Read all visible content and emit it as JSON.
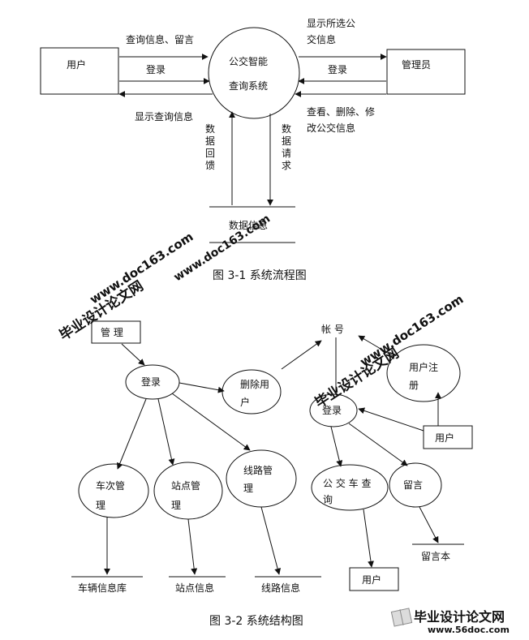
{
  "figure1": {
    "caption": "图 3-1 系统流程图",
    "user_box": "用户",
    "admin_box": "管理员",
    "system_line1": "公交智能",
    "system_line2": "查询系统",
    "query_msg_label": "查询信息、留言",
    "login_label_left": "登录",
    "show_query_label": "显示查询信息",
    "show_selected_line1": "显示所选公",
    "show_selected_line2": "交信息",
    "login_label_right": "登录",
    "view_edit_line1": "查看、删除、修",
    "view_edit_line2": "改公交信息",
    "feedback_vertical": "数据回馈",
    "request_vertical": "数据请求",
    "datastore": "数据信息"
  },
  "figure2": {
    "caption": "图 3-2 系统结构图",
    "manage_box": "管 理",
    "login_left": "登录",
    "delete_user_line1": "删除用",
    "delete_user_line2": "户",
    "bus_mgmt_line1": "车次管",
    "bus_mgmt_line2": "理",
    "station_mgmt_line1": "站点管",
    "station_mgmt_line2": "理",
    "route_mgmt_line1": "线路管",
    "route_mgmt_line2": "理",
    "bus_db": "车辆信息库",
    "station_info": "站点信息",
    "route_info": "线路信息",
    "account": "帐 号",
    "register_line1": "用户注",
    "register_line2": "册",
    "login_right": "登录",
    "user_box_right": "用户",
    "bus_query_line1": "公 交 车 查",
    "bus_query_line2": "询",
    "message": "留言",
    "message_book": "留言本",
    "user_box_bottom": "用户"
  },
  "watermarks": {
    "site1": "www.doc163.com",
    "site2": "www.doc163.com",
    "site3": "www.doc163.com",
    "brand1": "毕业设计论文网",
    "brand2": "毕业设计论文网",
    "logo_text": "毕业设计论文网",
    "logo_url": "www.56doc.com",
    "red": "#e8232a",
    "blue": "#1c2f8f"
  }
}
